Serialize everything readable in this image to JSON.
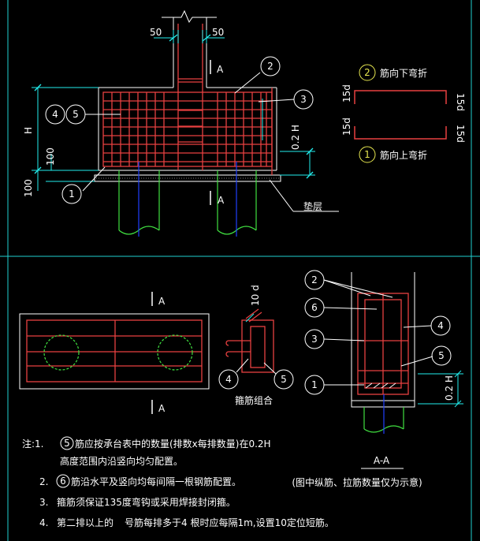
{
  "top": {
    "dim_left": "50",
    "dim_right": "50",
    "section_mark_top": "A",
    "section_mark_bottom": "A",
    "dim_h": "H",
    "dim_100_inner": "100",
    "dim_100_outer": "100",
    "dim_02h": "0.2 H",
    "label_cushion": "垫层",
    "callouts": {
      "c1": "1",
      "c2": "2",
      "c3": "3",
      "c4": "4",
      "c5": "5"
    }
  },
  "legend": {
    "c2": "2",
    "text_down": "筋向下弯折",
    "c1": "1",
    "text_up": "筋向上弯折",
    "bend_label": "15d"
  },
  "plan": {
    "mark_top": "A",
    "mark_bottom": "A"
  },
  "stirrup": {
    "bend": "10 d",
    "c4": "4",
    "c5": "5",
    "caption": "箍筋组合"
  },
  "section": {
    "callouts": {
      "c1": "1",
      "c2": "2",
      "c3": "3",
      "c4": "4",
      "c5": "5",
      "c6": "6"
    },
    "dim_02h": "0.2 H",
    "title": "A-A",
    "note": "(图中纵筋、拉筋数量仅为示意)"
  },
  "notes": {
    "prefix": "注:1.",
    "n1_circle": "5",
    "n1_a": "筋应按承台表中的数量(排数x每排数量)在0.2H",
    "n1_b": "高度范围内沿竖向均匀配置。",
    "n2_num": "2.",
    "n2_circle": "6",
    "n2_text": "筋沿水平及竖向均每间隔一根钢筋配置。",
    "n3_num": "3.",
    "n3_text": "箍筋须保证135度弯钩或采用焊接封闭箍。",
    "n4_num": "4.",
    "n4_a": "第二排以上的",
    "n4_b": "号筋每排多于4 根时应每隔1m,设置10定位短筋。"
  }
}
